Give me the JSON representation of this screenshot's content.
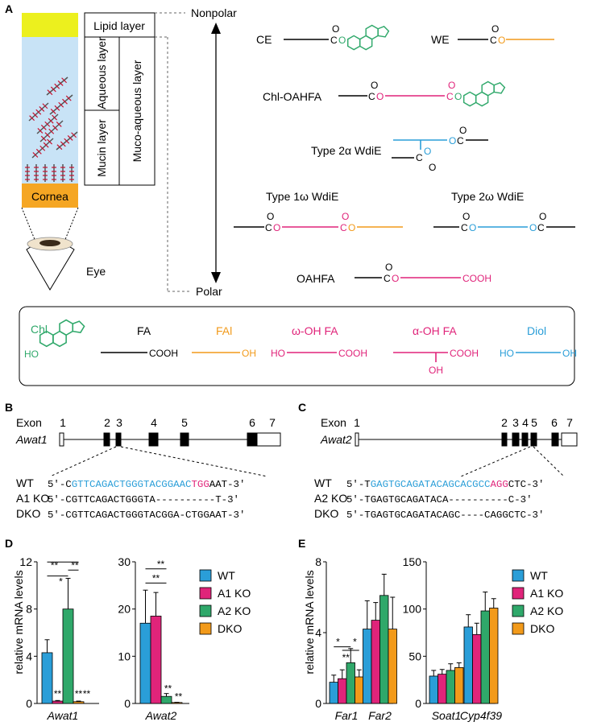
{
  "panels": {
    "A": "A",
    "B": "B",
    "C": "C",
    "D": "D",
    "E": "E"
  },
  "colors": {
    "green": "#2fa86a",
    "pink": "#e0247a",
    "orange": "#f29a1a",
    "blue": "#2a9ed8",
    "yellow": "#ecf01e",
    "aqueous": "#c8e3f6",
    "cornea": "#f5a623",
    "red": "#c8102e"
  },
  "tear": {
    "lipid": "Lipid layer",
    "aqueous": "Aqueous layer",
    "mucin": "Mucin layer",
    "muco": "Muco-aqueous layer",
    "cornea": "Cornea",
    "eye": "Eye",
    "nonpolar": "Nonpolar",
    "polar": "Polar"
  },
  "lipids": {
    "ce": "CE",
    "we": "WE",
    "chl": "Chl-OAHFA",
    "t2a": "Type 2α WdiE",
    "t1w": "Type 1ω WdiE",
    "t2w": "Type 2ω WdiE",
    "oahfa": "OAHFA",
    "o": "O",
    "c": "C",
    "cooh": "COOH"
  },
  "legend": {
    "chl": "Chl",
    "fa": "FA",
    "fal": "FAl",
    "wfa": "ω-OH FA",
    "afa": "α-OH FA",
    "diol": "Diol",
    "cooh": "COOH",
    "oh": "OH",
    "ho": "HO"
  },
  "genes": {
    "exon": "Exon",
    "awat1": {
      "name": "Awat1",
      "exons": [
        "1",
        "2",
        "3",
        "4",
        "5",
        "6",
        "7"
      ]
    },
    "awat2": {
      "name": "Awat2",
      "exons": [
        "1",
        "2",
        "3",
        "4",
        "5",
        "6",
        "7"
      ]
    }
  },
  "seqB": {
    "wt_label": "WT",
    "a1_label": "A1 KO",
    "dko_label": "DKO",
    "wt_pre": "5'-C",
    "wt_blue": "GTTCAGACTGGGTACGGAAC",
    "wt_pam": "TGG",
    "wt_post": "AAT-3'",
    "a1": "5'-CGTTCAGACTGGGTA----------T-3'",
    "dko": "5'-CGTTCAGACTGGGTACGGA-CTGGAAT-3'"
  },
  "seqC": {
    "wt_label": "WT",
    "a2_label": "A2 KO",
    "dko_label": "DKO",
    "wt_pre": "5'-T",
    "wt_blue": "GAGTGCAGATACAGCACGCC",
    "wt_pam": "AGG",
    "wt_post": "CTC-3'",
    "a2": "5'-TGAGTGCAGATACA----------C-3'",
    "dko": "5'-TGAGTGCAGATACAGC----CAGGCTC-3'"
  },
  "chart_data": [
    {
      "type": "bar",
      "panel": "D",
      "ylabel": "relative mRNA levels",
      "categories": [
        "Awat1"
      ],
      "ylim": [
        0,
        12
      ],
      "yticks": [
        "0",
        "4",
        "8",
        "12"
      ],
      "series": [
        {
          "name": "WT",
          "values": [
            4.3
          ]
        },
        {
          "name": "A1 KO",
          "values": [
            0.2
          ]
        },
        {
          "name": "A2 KO",
          "values": [
            8.0
          ]
        },
        {
          "name": "DKO",
          "values": [
            0.15
          ]
        }
      ],
      "errors": [
        [
          1.1
        ],
        [
          0.05
        ],
        [
          2.6
        ],
        [
          0.05
        ]
      ],
      "sig": [
        "**",
        "**",
        "*",
        "**",
        "**",
        "**"
      ]
    },
    {
      "type": "bar",
      "panel": "D",
      "categories": [
        "Awat2"
      ],
      "ylim": [
        0,
        30
      ],
      "yticks": [
        "0",
        "10",
        "20",
        "30"
      ],
      "series": [
        {
          "name": "WT",
          "values": [
            17.0
          ]
        },
        {
          "name": "A1 KO",
          "values": [
            18.5
          ]
        },
        {
          "name": "A2 KO",
          "values": [
            1.5
          ]
        },
        {
          "name": "DKO",
          "values": [
            0.2
          ]
        }
      ],
      "errors": [
        [
          7.0
        ],
        [
          5.0
        ],
        [
          0.6
        ],
        [
          0.05
        ]
      ],
      "sig": [
        "**",
        "**",
        "**",
        "**"
      ]
    },
    {
      "type": "bar",
      "panel": "E",
      "ylabel": "relative mRNA levels",
      "categories": [
        "Far1",
        "Far2"
      ],
      "ylim": [
        0,
        8
      ],
      "yticks": [
        "0",
        "4",
        "8"
      ],
      "series": [
        {
          "name": "WT",
          "values": [
            1.2,
            4.2
          ]
        },
        {
          "name": "A1 KO",
          "values": [
            1.4,
            4.7
          ]
        },
        {
          "name": "A2 KO",
          "values": [
            2.3,
            6.1
          ]
        },
        {
          "name": "DKO",
          "values": [
            1.5,
            4.2
          ]
        }
      ],
      "errors": [
        [
          0.4,
          1.6
        ],
        [
          0.5,
          1.0
        ],
        [
          0.8,
          1.2
        ],
        [
          0.4,
          1.8
        ]
      ],
      "sig": [
        "*",
        "*",
        "**"
      ]
    },
    {
      "type": "bar",
      "panel": "E",
      "categories": [
        "Soat1",
        "Cyp4f39"
      ],
      "ylim": [
        0,
        150
      ],
      "yticks": [
        "0",
        "50",
        "100",
        "150"
      ],
      "series": [
        {
          "name": "WT",
          "values": [
            29,
            81
          ]
        },
        {
          "name": "A1 KO",
          "values": [
            31,
            73
          ]
        },
        {
          "name": "A2 KO",
          "values": [
            35,
            98
          ]
        },
        {
          "name": "DKO",
          "values": [
            38,
            101
          ]
        }
      ],
      "errors": [
        [
          6,
          13
        ],
        [
          5,
          12
        ],
        [
          7,
          20
        ],
        [
          5,
          10
        ]
      ]
    }
  ],
  "chart_legend": [
    "WT",
    "A1 KO",
    "A2 KO",
    "DKO"
  ]
}
